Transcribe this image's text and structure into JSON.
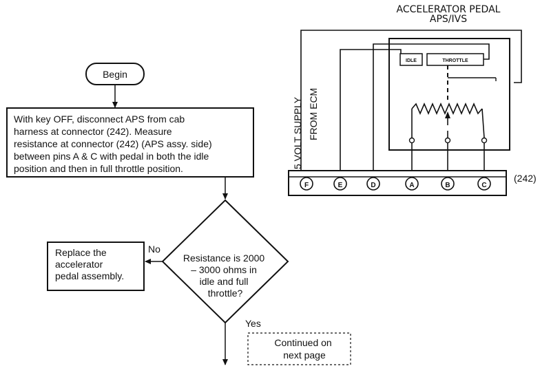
{
  "flowchart": {
    "begin_label": "Begin",
    "step1_lines": [
      "With key OFF, disconnect APS from cab",
      "harness at connector (242). Measure",
      "resistance at connector (242) (APS assy. side)",
      "between pins A & C with pedal in both the idle",
      "position and then in full throttle position."
    ],
    "decision_lines": [
      "Resistance is 2000",
      "– 3000 ohms in",
      "idle and full",
      "throttle?"
    ],
    "no_label": "No",
    "yes_label": "Yes",
    "replace_lines": [
      "Replace the",
      "accelerator",
      "pedal assembly."
    ],
    "continued_lines": [
      "Continued on",
      "next page"
    ]
  },
  "schematic": {
    "title_line1": "ACCELERATOR PEDAL",
    "title_line2": "APS/IVS",
    "supply_line1": "5 VOLT SUPPLY",
    "supply_line2": "FROM ECM",
    "idle_label": "IDLE",
    "throttle_label": "THROTTLE",
    "connector_label": "(242)",
    "pins": [
      "F",
      "E",
      "D",
      "A",
      "B",
      "C"
    ]
  }
}
